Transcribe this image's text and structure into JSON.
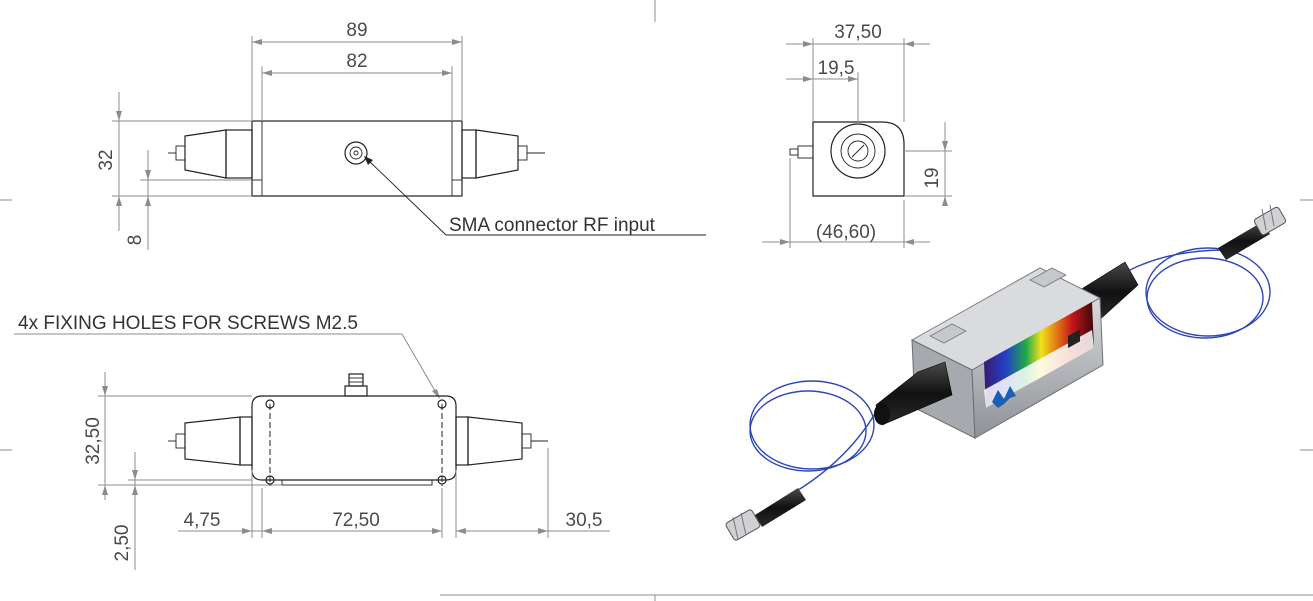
{
  "top_view": {
    "overall_length": "89",
    "body_length": "82",
    "height": "32",
    "offset": "8",
    "callout": "SMA connector RF input"
  },
  "end_view": {
    "width": "37,50",
    "offset": "19,5",
    "height": "19",
    "overall_width": "(46,60)"
  },
  "bottom_view": {
    "note": "4x FIXING HOLES FOR SCREWS M2.5",
    "height": "32,50",
    "offset_vertical": "2,50",
    "hole_offset": "4,75",
    "hole_spacing": "72,50",
    "boot_length": "30,5"
  },
  "colors": {
    "fiber": "#2e46b8",
    "housing": "#b9bcc0",
    "boot": "#1b1b1b",
    "dimension_line": "#8c8c8c"
  }
}
